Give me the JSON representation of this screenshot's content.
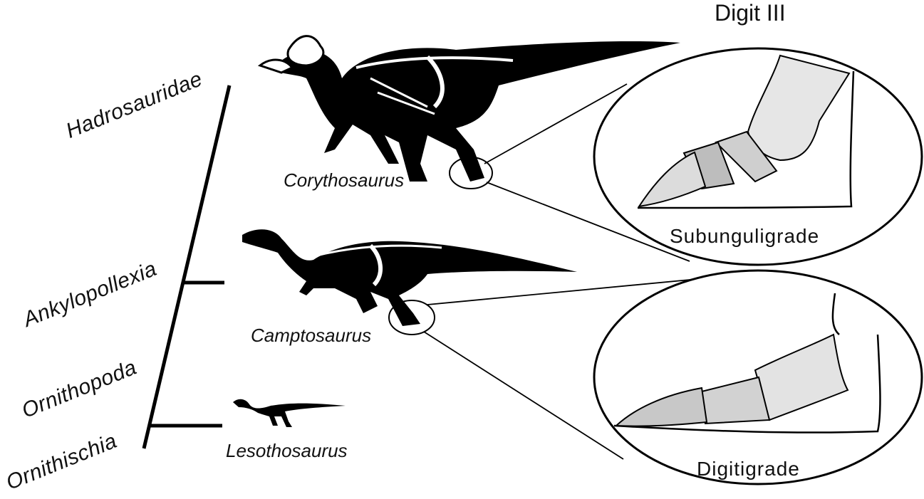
{
  "title": "Digit III",
  "clades": [
    {
      "label": "Hadrosauridae"
    },
    {
      "label": "Ankylopollexia"
    },
    {
      "label": "Ornithopoda"
    },
    {
      "label": "Ornithischia"
    }
  ],
  "taxa": [
    {
      "label": "Corythosaurus"
    },
    {
      "label": "Camptosaurus"
    },
    {
      "label": "Lesothosaurus"
    }
  ],
  "insets": [
    {
      "label": "Subunguligrade"
    },
    {
      "label": "Digitigrade"
    }
  ]
}
